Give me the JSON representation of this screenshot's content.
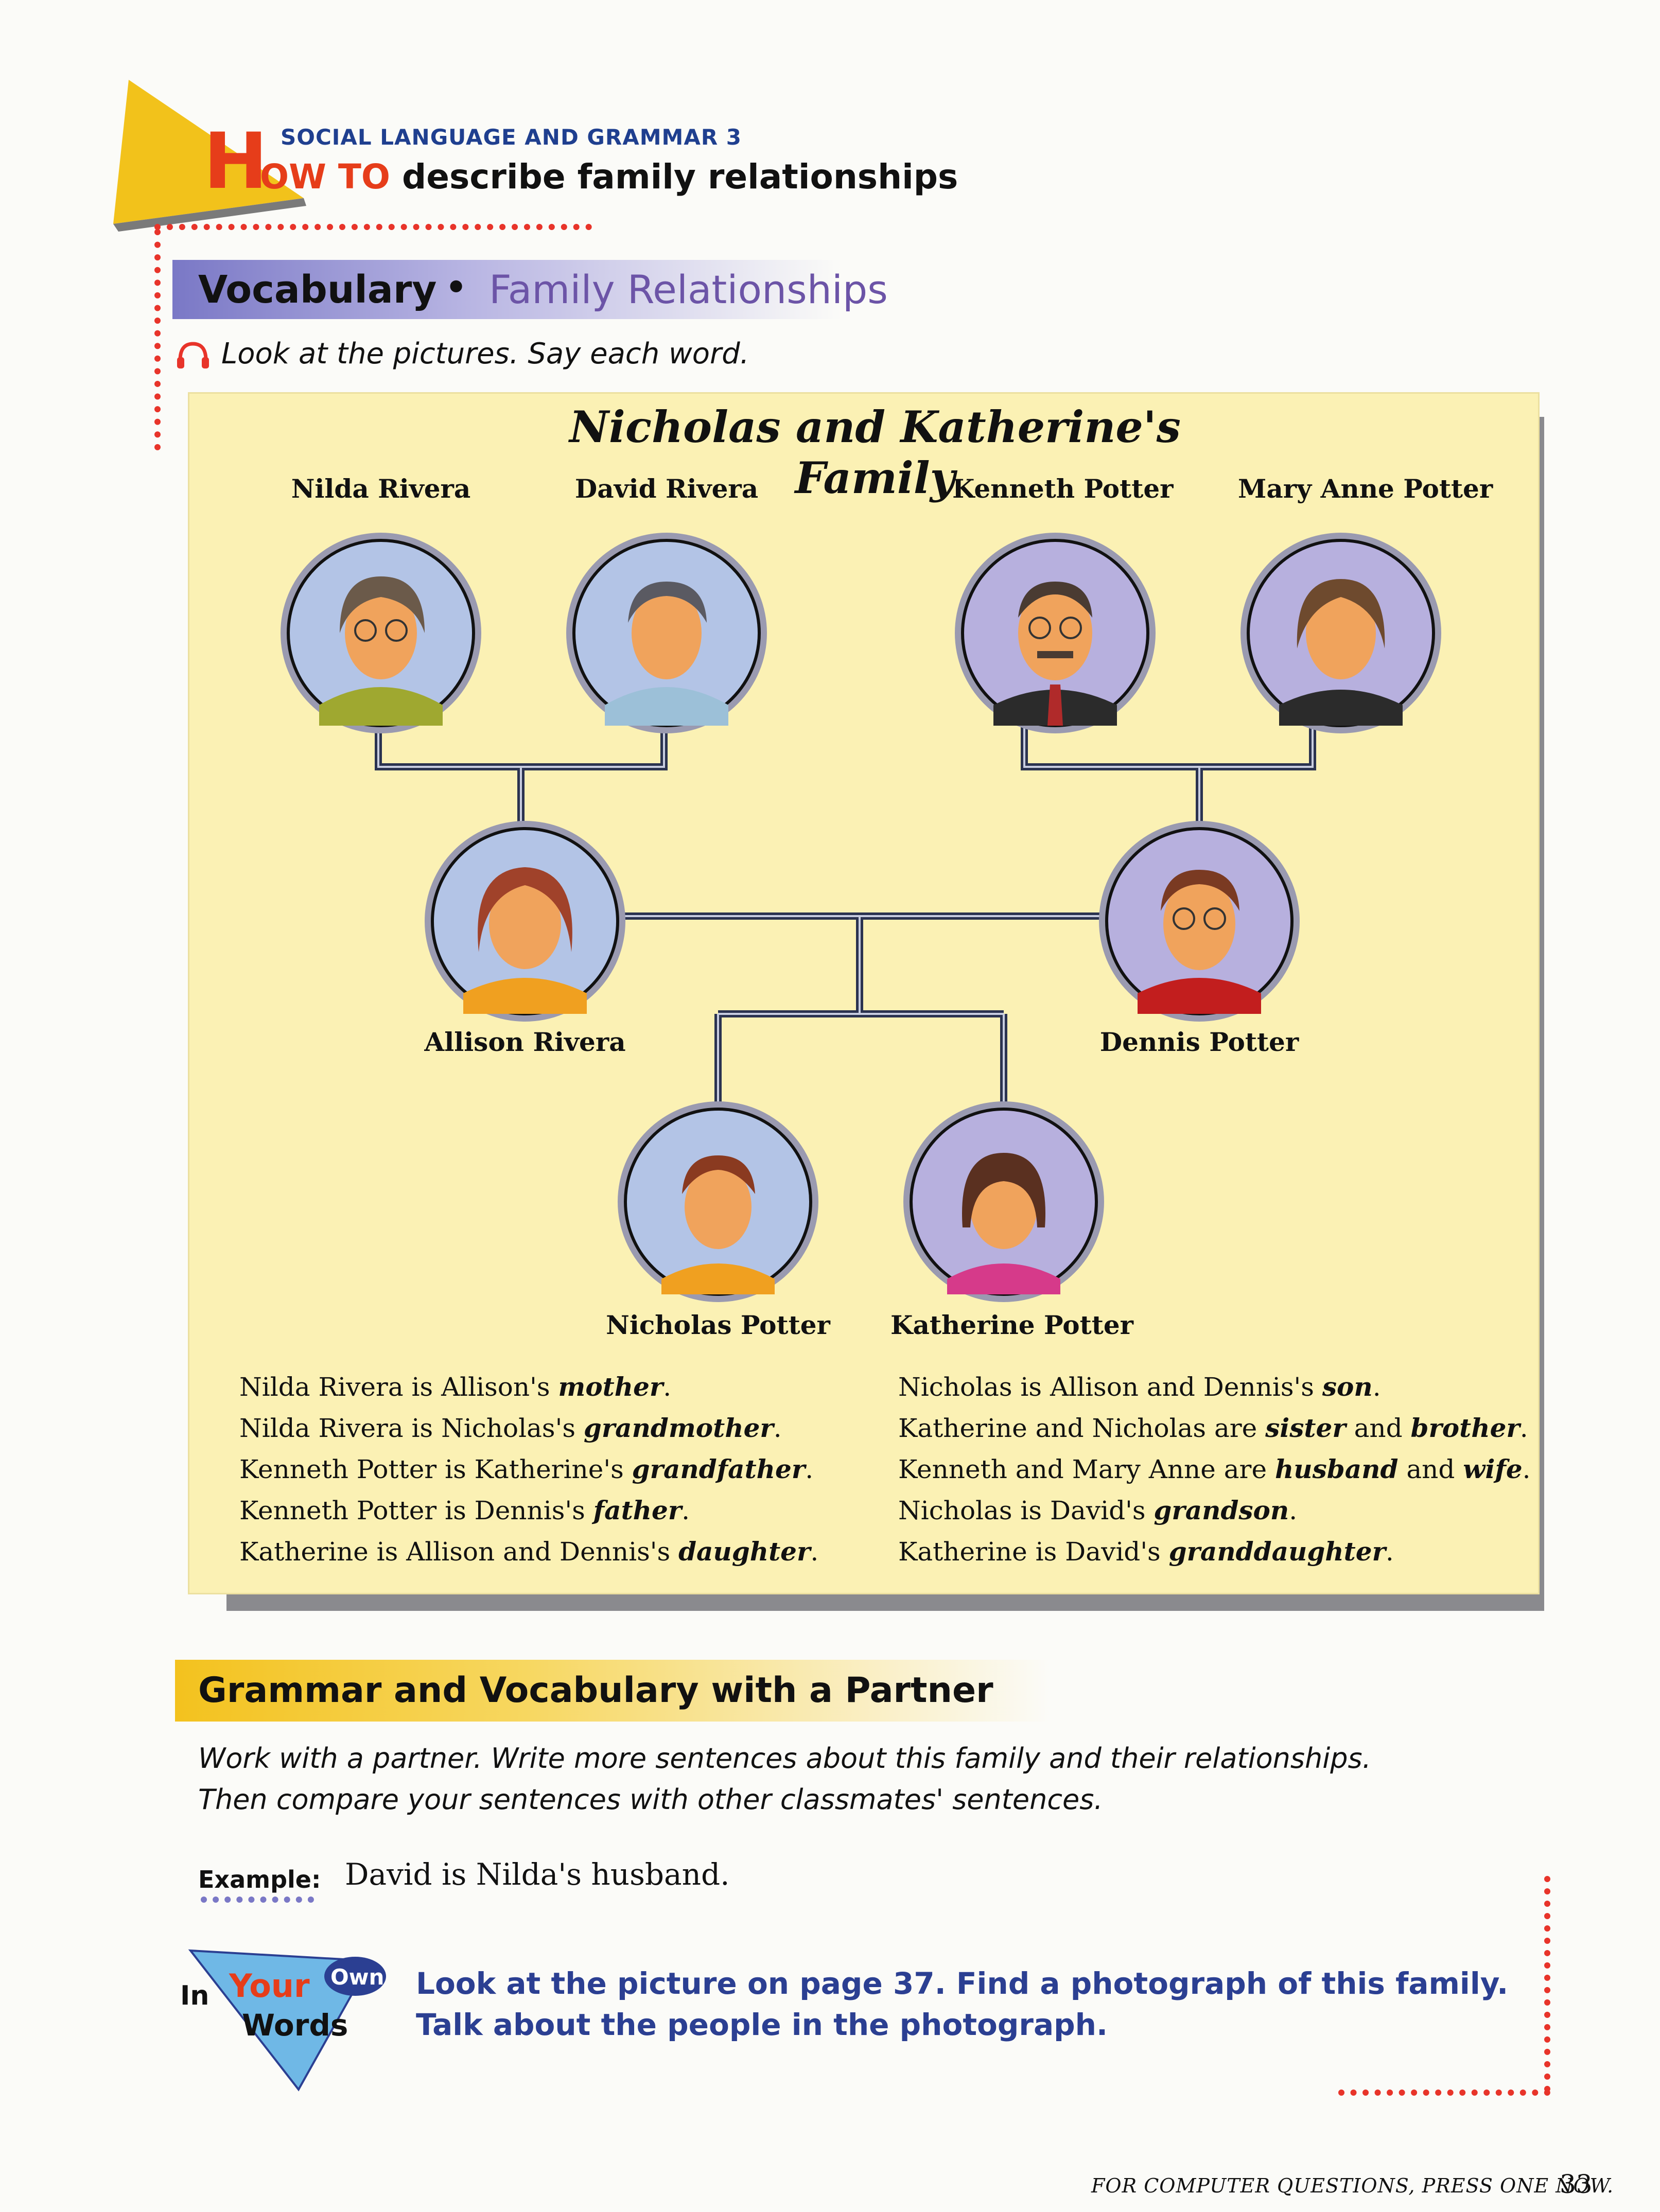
{
  "header": {
    "section_label": "SOCIAL LANGUAGE AND GRAMMAR 3",
    "howto_h": "H",
    "howto_ow": "OW TO",
    "howto_rest": " describe family relationships"
  },
  "vocabulary": {
    "title": "Vocabulary",
    "separator": "•",
    "subtitle": "Family Relationships",
    "instruction": "Look at the pictures. Say each word."
  },
  "family_tree": {
    "title": "Nicholas and Katherine's Family",
    "grandparents_left": [
      "Nilda Rivera",
      "David Rivera"
    ],
    "grandparents_right": [
      "Kenneth Potter",
      "Mary Anne Potter"
    ],
    "parents": [
      "Allison Rivera",
      "Dennis Potter"
    ],
    "children": [
      "Nicholas Potter",
      "Katherine Potter"
    ]
  },
  "sentences_left": [
    {
      "pre": "Nilda Rivera is Allison's ",
      "em": "mother",
      "post": "."
    },
    {
      "pre": "Nilda Rivera is Nicholas's ",
      "em": "grandmother",
      "post": "."
    },
    {
      "pre": "Kenneth Potter is Katherine's ",
      "em": "grandfather",
      "post": "."
    },
    {
      "pre": "Kenneth Potter is Dennis's ",
      "em": "father",
      "post": "."
    },
    {
      "pre": "Katherine is Allison and Dennis's ",
      "em": "daughter",
      "post": "."
    }
  ],
  "sentences_right": [
    {
      "pre": "Nicholas is Allison and Dennis's ",
      "em": "son",
      "post": "."
    },
    {
      "pre": "Katherine and Nicholas are ",
      "em": "sister",
      "mid": " and ",
      "em2": "brother",
      "post": "."
    },
    {
      "pre": "Kenneth and Mary Anne are ",
      "em": "husband",
      "mid": " and ",
      "em2": "wife",
      "post": "."
    },
    {
      "pre": "Nicholas is David's ",
      "em": "grandson",
      "post": "."
    },
    {
      "pre": "Katherine is David's ",
      "em": "granddaughter",
      "post": "."
    }
  ],
  "grammar": {
    "title": "Grammar and Vocabulary with a Partner",
    "line1": "Work with a partner. Write more sentences about this family and their relationships.",
    "line2": "Then compare your sentences with other classmates' sentences.",
    "example_label": "Example:",
    "example_text": "David is Nilda's husband."
  },
  "in_your_own_words": {
    "badge_in": "In",
    "badge_your": "Your",
    "badge_own": "Own",
    "badge_words": "Words",
    "line1": "Look at the picture on page 37. Find a photograph of this family.",
    "line2": "Talk about the people in the photograph."
  },
  "footer": {
    "text": "FOR COMPUTER QUESTIONS, PRESS ONE NOW.",
    "page_number": "33"
  },
  "colors": {
    "accent_red": "#e8342a",
    "accent_blue": "#2b3f92",
    "accent_purple": "#6c54a7",
    "panel_yellow": "#fbf1b4",
    "grammar_yellow": "#f3c21e"
  }
}
